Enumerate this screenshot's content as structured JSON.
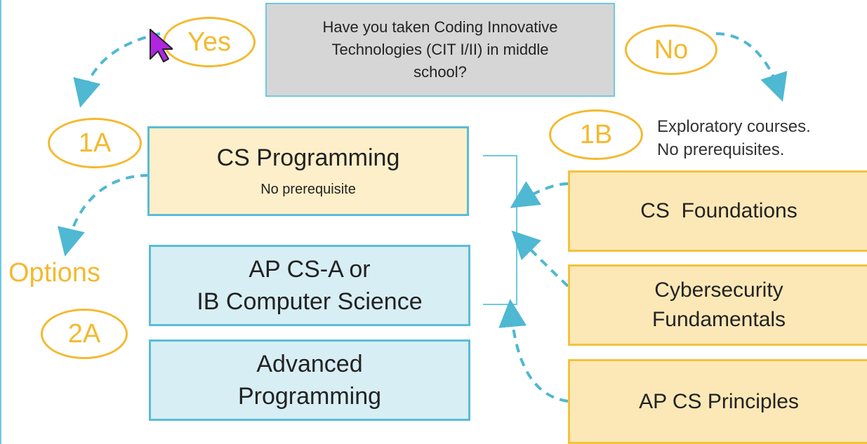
{
  "question": {
    "line1": "Have you taken Coding Innovative",
    "line2": "Technologies (CIT I/II) in middle",
    "line3": "school?"
  },
  "branches": {
    "yes": "Yes",
    "no": "No"
  },
  "track_1a": {
    "marker": "1A",
    "course_title": "CS Programming",
    "course_note": "No prerequisite"
  },
  "track_1b": {
    "marker": "1B",
    "note_line1": "Exploratory courses.",
    "note_line2": "No prerequisites.",
    "courses": [
      "CS  Foundations",
      "Cybersecurity",
      "Fundamentals",
      "AP CS Principles"
    ]
  },
  "options": {
    "label": "Options",
    "marker": "2A",
    "apcsa_line1": "AP CS-A or",
    "apcsa_line2": "IB Computer Science",
    "advanced_line1": "Advanced",
    "advanced_line2": "Programming"
  },
  "colors": {
    "accent_gold": "#f4b92e",
    "accent_blue": "#5bbcd6",
    "cream_fill": "#fdefc9",
    "blue_fill": "#d8eef5",
    "gold_fill": "#fce8b7",
    "question_fill": "#d6d6d6"
  },
  "icons": {
    "cursor": "mouse-pointer-icon"
  }
}
